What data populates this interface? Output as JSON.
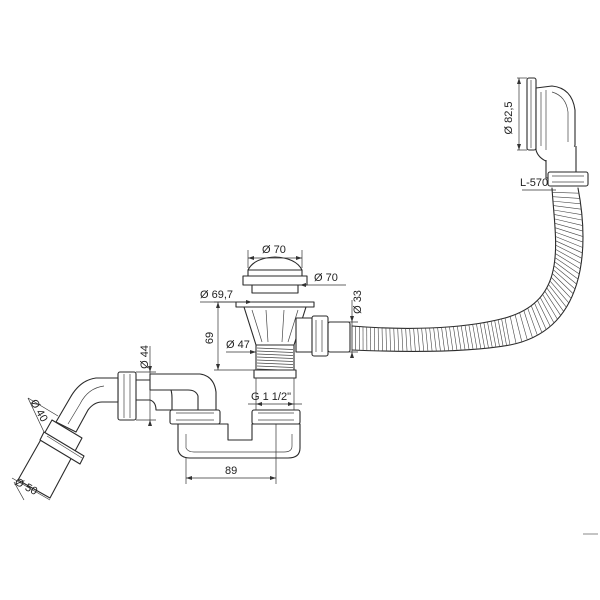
{
  "drawing": {
    "labels": {
      "overflow_diameter": "Ø 82,5",
      "hose_length": "L-570",
      "cap_diameter": "Ø 70",
      "body_diameter": "Ø 70",
      "flange_diameter": "Ø 69,7",
      "hose_diameter": "Ø 33",
      "height": "69",
      "thread_diameter": "Ø 47",
      "thread_spec": "G 1 1/2\"",
      "trap_width": "89",
      "elbow_diameter": "Ø 44",
      "outlet_inner": "Ø 40",
      "outlet_outer": "Ø 50"
    }
  }
}
